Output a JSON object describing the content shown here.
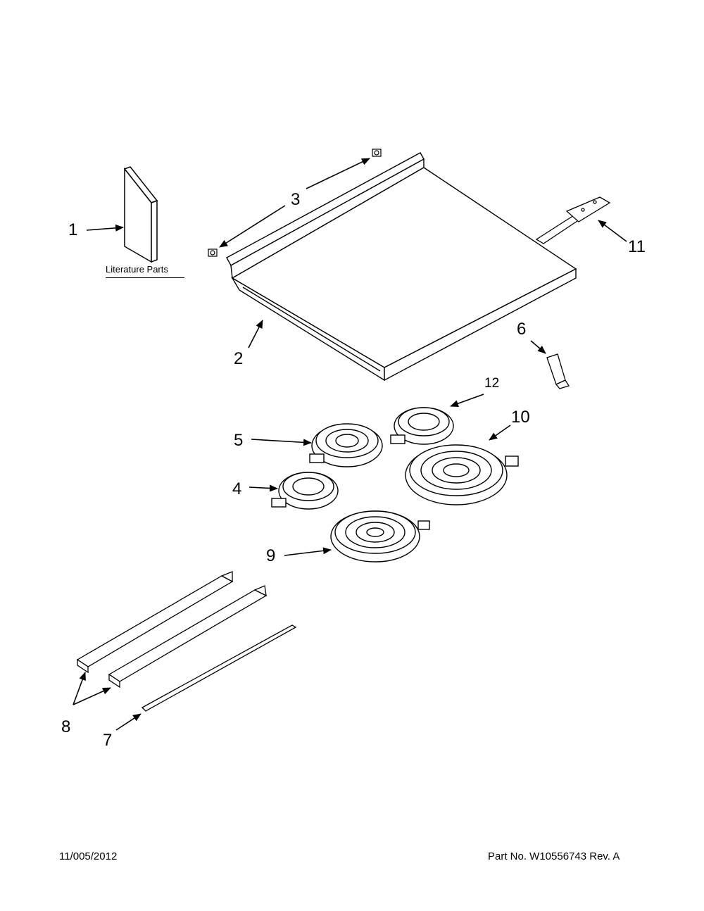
{
  "literature_label": "Literature Parts",
  "callouts": [
    {
      "id": "c1",
      "text": "1"
    },
    {
      "id": "c2",
      "text": "2"
    },
    {
      "id": "c3",
      "text": "3"
    },
    {
      "id": "c4",
      "text": "4"
    },
    {
      "id": "c5",
      "text": "5"
    },
    {
      "id": "c6",
      "text": "6"
    },
    {
      "id": "c7",
      "text": "7"
    },
    {
      "id": "c8",
      "text": "8"
    },
    {
      "id": "c9",
      "text": "9"
    },
    {
      "id": "c10",
      "text": "10"
    },
    {
      "id": "c11",
      "text": "11"
    },
    {
      "id": "c12",
      "text": "12"
    }
  ],
  "footer": {
    "date": "11/005/2012",
    "part_number": "Part No.  W10556743  Rev.  A"
  }
}
